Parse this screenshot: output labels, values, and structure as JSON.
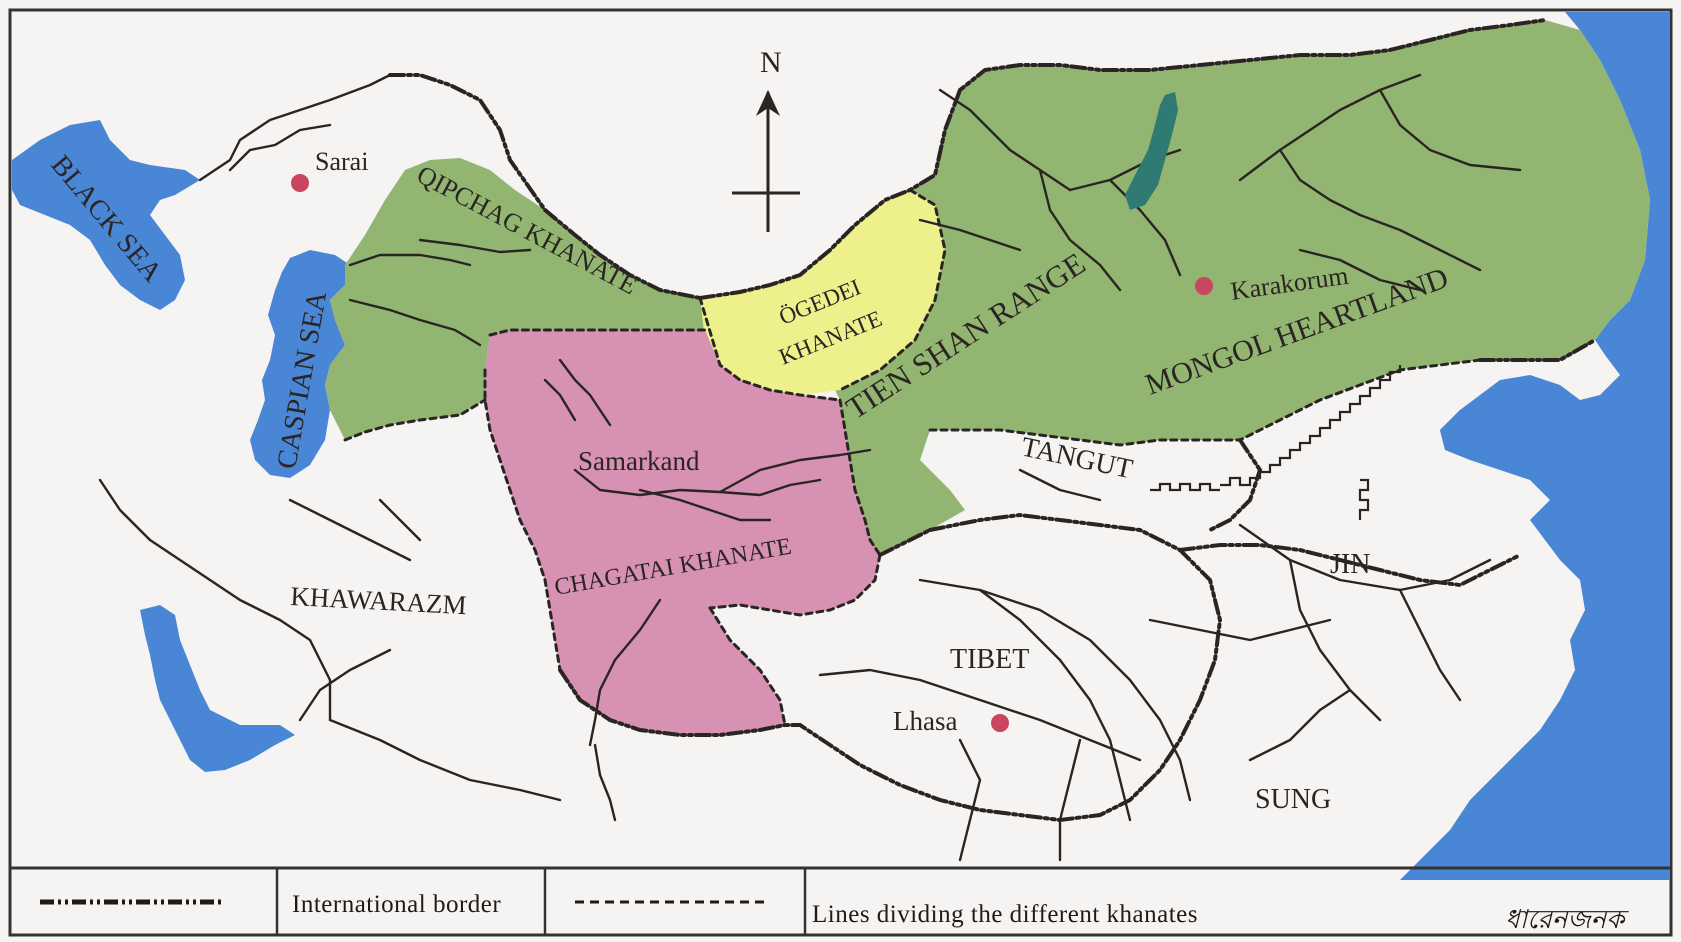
{
  "map": {
    "north_label": "N",
    "seas": {
      "black_sea": "BLACK SEA",
      "caspian_sea": "CASPIAN SEA"
    },
    "khanates": {
      "qipchag": "QIPCHAG KHANATE",
      "ogedei_line1": "ÖGEDEI",
      "ogedei_line2": "KHANATE",
      "chagatai": "CHAGATAI KHANATE",
      "mongol_heartland": "MONGOL HEARTLAND"
    },
    "regions": {
      "khawarazm": "KHAWARAZM",
      "tangut": "TANGUT",
      "tibet": "TIBET",
      "jin": "JIN",
      "sung": "SUNG"
    },
    "ranges": {
      "tien_shan": "TIEN SHAN RANGE"
    },
    "cities": {
      "sarai": "Sarai",
      "karakorum": "Karakorum",
      "samarkand": "Samarkand",
      "lhasa": "Lhasa"
    }
  },
  "legend": {
    "international_border": "International border",
    "khanate_lines": "Lines dividing the different khanates"
  },
  "signature": "ধারেনজনক",
  "colors": {
    "sea": "#4a86d6",
    "khanate_green": "#93b572",
    "ogedei_yellow": "#eef08c",
    "chagatai_pink": "#d791b3",
    "city_dot": "#c8475e",
    "land": "#f5f4f2"
  }
}
